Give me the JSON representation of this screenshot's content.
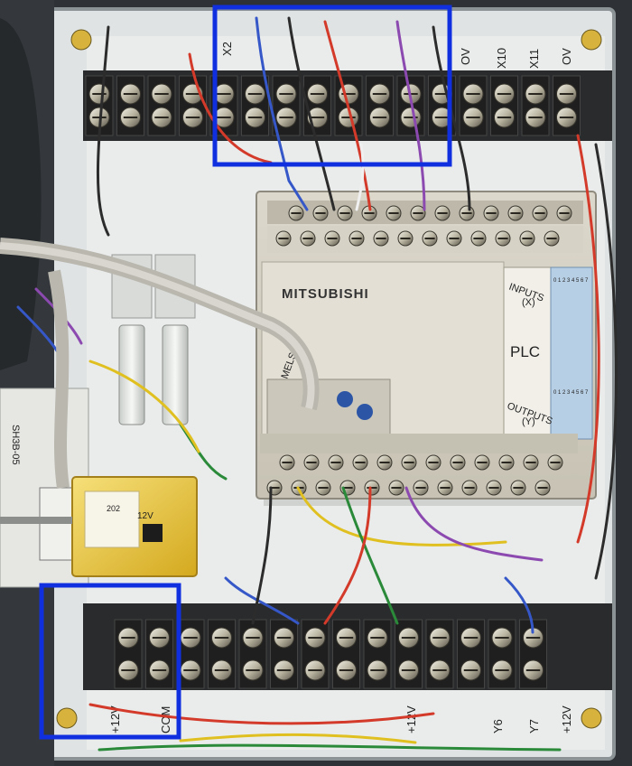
{
  "photo": {
    "plc": {
      "brand": "MITSUBISHI",
      "series": "MELSEC",
      "center_label": "PLC",
      "inputs_label": "INPUTS",
      "inputs_sub": "(X)",
      "outputs_label": "OUTPUTS",
      "outputs_sub": "(Y)",
      "led_digits": "0 1 2 3 4 5 6 7"
    },
    "top_strip_labels": {
      "x2": "X2",
      "ov_a": "OV",
      "x10": "X10",
      "x11": "X11",
      "ov_b": "OV"
    },
    "bottom_strip_labels": {
      "plus12_a": "+12V",
      "com": "COM",
      "plus12_b": "+12V",
      "y6": "Y6",
      "y7": "Y7",
      "plus12_c": "+12V"
    },
    "relay": {
      "voltage": "12V",
      "code": "202"
    },
    "socket_label": "SH3B-05",
    "highlight_color": "#1030e0"
  }
}
